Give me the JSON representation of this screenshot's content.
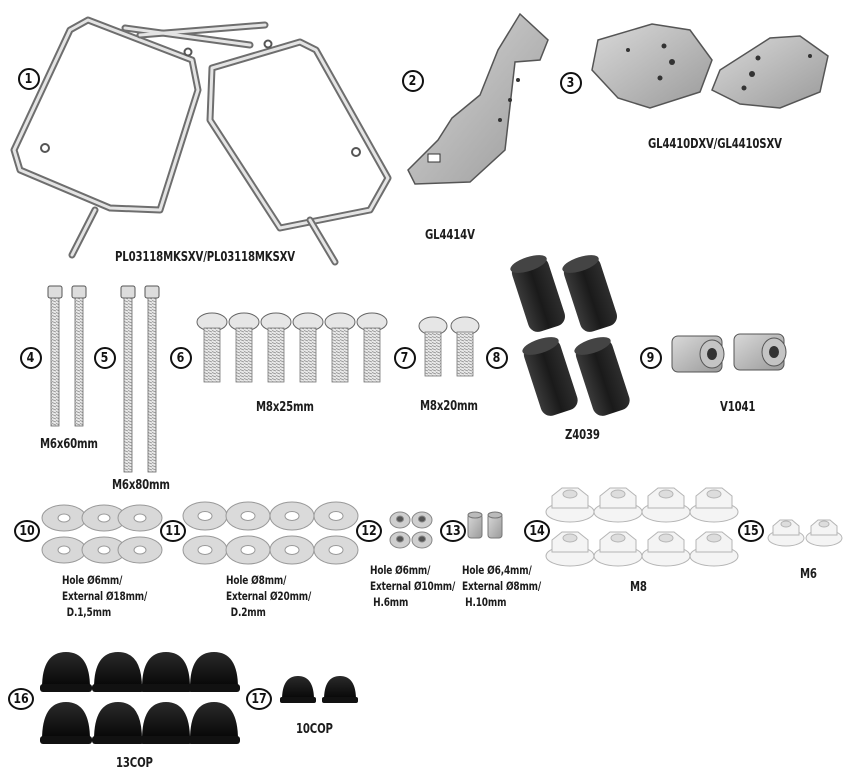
{
  "parts": [
    {
      "num": "1",
      "label": "PL03118MKSXV/PL03118MKSXV"
    },
    {
      "num": "2",
      "label": "GL4414V"
    },
    {
      "num": "3",
      "label": "GL4410DXV/GL4410SXV"
    },
    {
      "num": "4",
      "label": "M6x60mm"
    },
    {
      "num": "5",
      "label": "M6x80mm"
    },
    {
      "num": "6",
      "label": "M8x25mm"
    },
    {
      "num": "7",
      "label": "M8x20mm"
    },
    {
      "num": "8",
      "label": "Z4039"
    },
    {
      "num": "9",
      "label": "V1041"
    },
    {
      "num": "10",
      "label_lines": [
        "Hole Ø6mm/",
        "External Ø18mm/",
        "D.1,5mm"
      ]
    },
    {
      "num": "11",
      "label_lines": [
        "Hole Ø8mm/",
        "External Ø20mm/",
        "D.2mm"
      ]
    },
    {
      "num": "12",
      "label_lines": [
        "Hole Ø6mm/",
        "External Ø10mm/",
        "H.6mm"
      ]
    },
    {
      "num": "13",
      "label_lines": [
        "Hole Ø6,4mm/",
        "External Ø8mm/",
        "H.10mm"
      ]
    },
    {
      "num": "14",
      "label": "M8"
    },
    {
      "num": "15",
      "label": "M6"
    },
    {
      "num": "16",
      "label": "13COP"
    },
    {
      "num": "17",
      "label": "10COP"
    }
  ]
}
